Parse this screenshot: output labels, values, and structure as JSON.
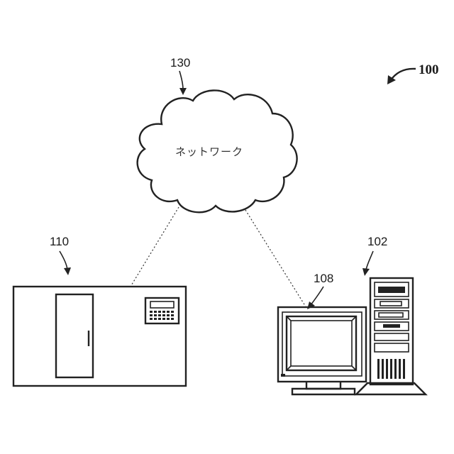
{
  "labels": {
    "system": "100",
    "network_ref": "130",
    "server_ref": "110",
    "computer_ref": "102",
    "monitor_ref": "108",
    "network_text": "ネットワーク"
  }
}
